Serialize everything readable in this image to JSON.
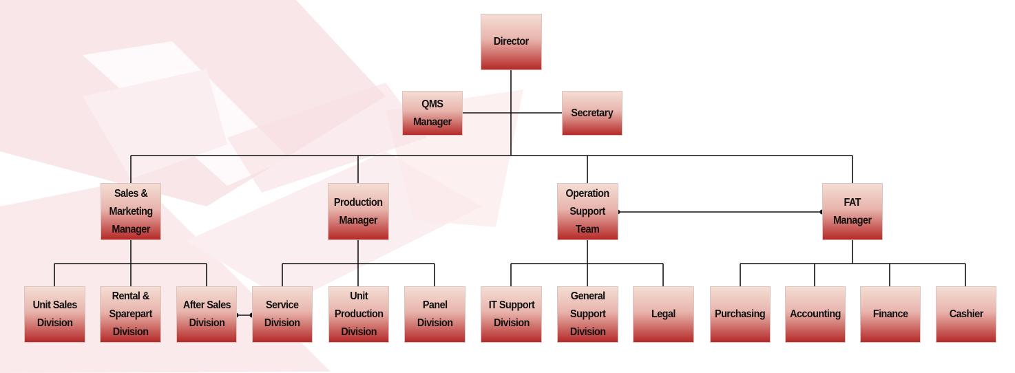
{
  "nodes": {
    "director": "Director",
    "qms": "QMS\nManager",
    "secretary": "Secretary",
    "sales": "Sales &\nMarketing\nManager",
    "production": "Production\nManager",
    "operation": "Operation\nSupport\nTeam",
    "fat": "FAT\nManager",
    "unit_sales": "Unit Sales\nDivision",
    "rental": "Rental &\nSparepart\nDivision",
    "after_sales": "After Sales\nDivision",
    "service": "Service\nDivision",
    "unit_production": "Unit\nProduction\nDivision",
    "panel": "Panel\nDivision",
    "it_support": "IT Support\nDivision",
    "general_support": "General\nSupport\nDivision",
    "legal": "Legal",
    "purchasing": "Purchasing",
    "accounting": "Accounting",
    "finance": "Finance",
    "cashier": "Cashier"
  },
  "colors": {
    "line": "#111111",
    "box_top": "#f4ddd3",
    "box_bottom": "#b52a28",
    "watermark": "#f7e1e3"
  }
}
